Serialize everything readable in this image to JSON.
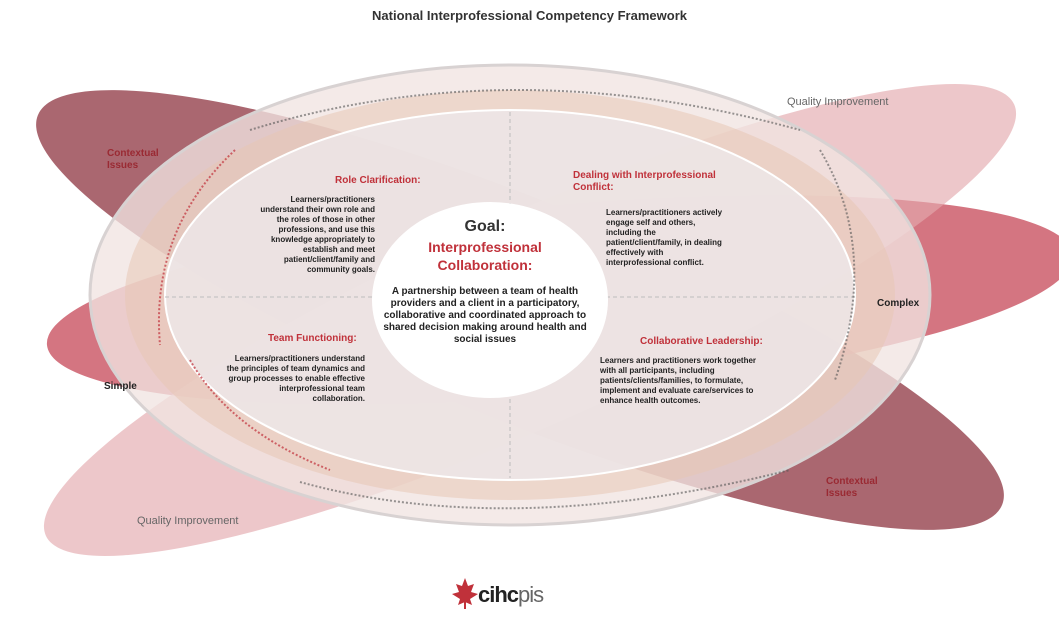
{
  "title": "National Interprofessional Competency Framework",
  "goal": {
    "heading": "Goal:",
    "subheading": "Interprofessional Collaboration:",
    "description": "A partnership between a team of health providers and a client in a participatory, collaborative and coordinated approach to shared decision making around health and social issues"
  },
  "domains": {
    "role_clarification": {
      "title": "Role Clarification:",
      "text": "Learners/practitioners understand their own role and the roles of those in other professions, and use this knowledge appropriately to establish and meet patient/client/family and community goals."
    },
    "conflict": {
      "title": "Dealing with Interprofessional Conflict:",
      "text": "Learners/practitioners actively engage self and others, including the patient/client/family, in dealing effectively with interprofessional conflict."
    },
    "team_functioning": {
      "title": "Team Functioning:",
      "text": "Learners/practitioners understand the principles of team dynamics and group processes to enable effective interprofessional team collaboration."
    },
    "leadership": {
      "title": "Collaborative Leadership:",
      "text": "Learners and practitioners work together with all participants, including patients/clients/families, to formulate, implement and evaluate care/services to enhance health outcomes."
    }
  },
  "outer_labels": {
    "contextual_issues_top": "Contextual Issues",
    "contextual_issues_bottom": "Contextual Issues",
    "quality_improvement_top": "Quality Improvement",
    "quality_improvement_bottom": "Quality Improvement",
    "complex": "Complex",
    "simple": "Simple"
  },
  "logo": {
    "cihc": "cihc",
    "pis": "pis"
  },
  "colors": {
    "dark_red": "#8e3440",
    "crimson": "#c23a4b",
    "pink": "#e3a9ae",
    "accent_red": "#c0313a"
  }
}
